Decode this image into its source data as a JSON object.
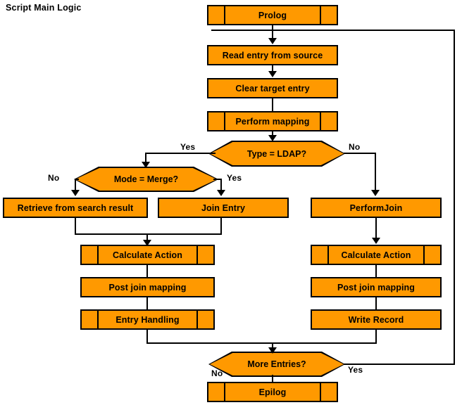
{
  "diagram": {
    "title": "Script Main Logic",
    "colors": {
      "node_fill": "#FF9900",
      "node_border": "#000000",
      "background": "#FFFFFF",
      "text": "#000000"
    },
    "nodes": [
      {
        "id": "prolog",
        "label": "Prolog",
        "shape": "predefined-process"
      },
      {
        "id": "read-entry",
        "label": "Read entry from source",
        "shape": "process"
      },
      {
        "id": "clear-target",
        "label": "Clear target entry",
        "shape": "process"
      },
      {
        "id": "perform-mapping",
        "label": "Perform mapping",
        "shape": "predefined-process"
      },
      {
        "id": "type-ldap",
        "label": "Type = LDAP?",
        "shape": "decision"
      },
      {
        "id": "mode-merge",
        "label": "Mode = Merge?",
        "shape": "decision"
      },
      {
        "id": "retrieve-search",
        "label": "Retrieve from search result",
        "shape": "process"
      },
      {
        "id": "join-entry",
        "label": "Join Entry",
        "shape": "process"
      },
      {
        "id": "perform-join",
        "label": "PerformJoin",
        "shape": "process"
      },
      {
        "id": "calc-action-left",
        "label": "Calculate Action",
        "shape": "predefined-process"
      },
      {
        "id": "post-join-left",
        "label": "Post join mapping",
        "shape": "process"
      },
      {
        "id": "entry-handling",
        "label": "Entry Handling",
        "shape": "predefined-process"
      },
      {
        "id": "calc-action-right",
        "label": "Calculate Action",
        "shape": "predefined-process"
      },
      {
        "id": "post-join-right",
        "label": "Post join mapping",
        "shape": "process"
      },
      {
        "id": "write-record",
        "label": "Write Record",
        "shape": "process"
      },
      {
        "id": "more-entries",
        "label": "More Entries?",
        "shape": "decision"
      },
      {
        "id": "epilog",
        "label": "Epilog",
        "shape": "predefined-process"
      }
    ],
    "edge_labels": {
      "ldap_yes": "Yes",
      "ldap_no": "No",
      "merge_no": "No",
      "merge_yes": "Yes",
      "more_yes": "Yes",
      "more_no": "No"
    }
  }
}
